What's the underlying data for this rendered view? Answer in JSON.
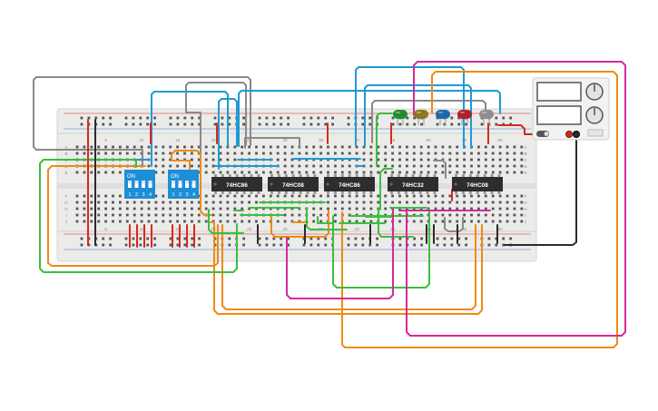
{
  "colors": {
    "red": "#d8281e",
    "black": "#2b2b2b",
    "blue": "#1f9bd1",
    "orange": "#f08a12",
    "green": "#3bbf3e",
    "magenta": "#d42a9a",
    "gray": "#8a8a8a",
    "dark": "#444444",
    "breadboard": "#ebebea",
    "chip": "#2d2d2d",
    "dip_switch": "#1e8fd6",
    "led_green": "#1f8f2e",
    "led_olive": "#8a7a1c",
    "led_blue": "#1d6aa8",
    "led_red": "#b0222a",
    "led_gray": "#8f8f8f"
  },
  "breadboard": {
    "row_labels_top": [
      "A",
      "B",
      "C",
      "D",
      "E"
    ],
    "row_labels_bottom": [
      "F",
      "G",
      "H",
      "I",
      "J"
    ],
    "column_numbers_top": [
      "5",
      "10",
      "15",
      "20",
      "25",
      "30",
      "35",
      "40",
      "45",
      "50",
      "55",
      "60"
    ],
    "column_numbers_bottom": [
      "5",
      "10",
      "15",
      "20",
      "25",
      "30",
      "35",
      "40",
      "45",
      "50",
      "55",
      "60"
    ]
  },
  "dip_switches": [
    {
      "on_label": "ON",
      "positions": [
        "1",
        "2",
        "3",
        "4"
      ]
    },
    {
      "on_label": "ON",
      "positions": [
        "1",
        "2",
        "3",
        "4"
      ]
    }
  ],
  "chips": [
    "74HC86",
    "74HC08",
    "74HC86",
    "74HC32",
    "74HC08"
  ],
  "power_supply": {
    "display_1": "",
    "display_2": "",
    "knob_1": "knob",
    "knob_2": "knob",
    "button": "OFF"
  },
  "leds": [
    "green",
    "olive",
    "blue",
    "red",
    "gray"
  ]
}
